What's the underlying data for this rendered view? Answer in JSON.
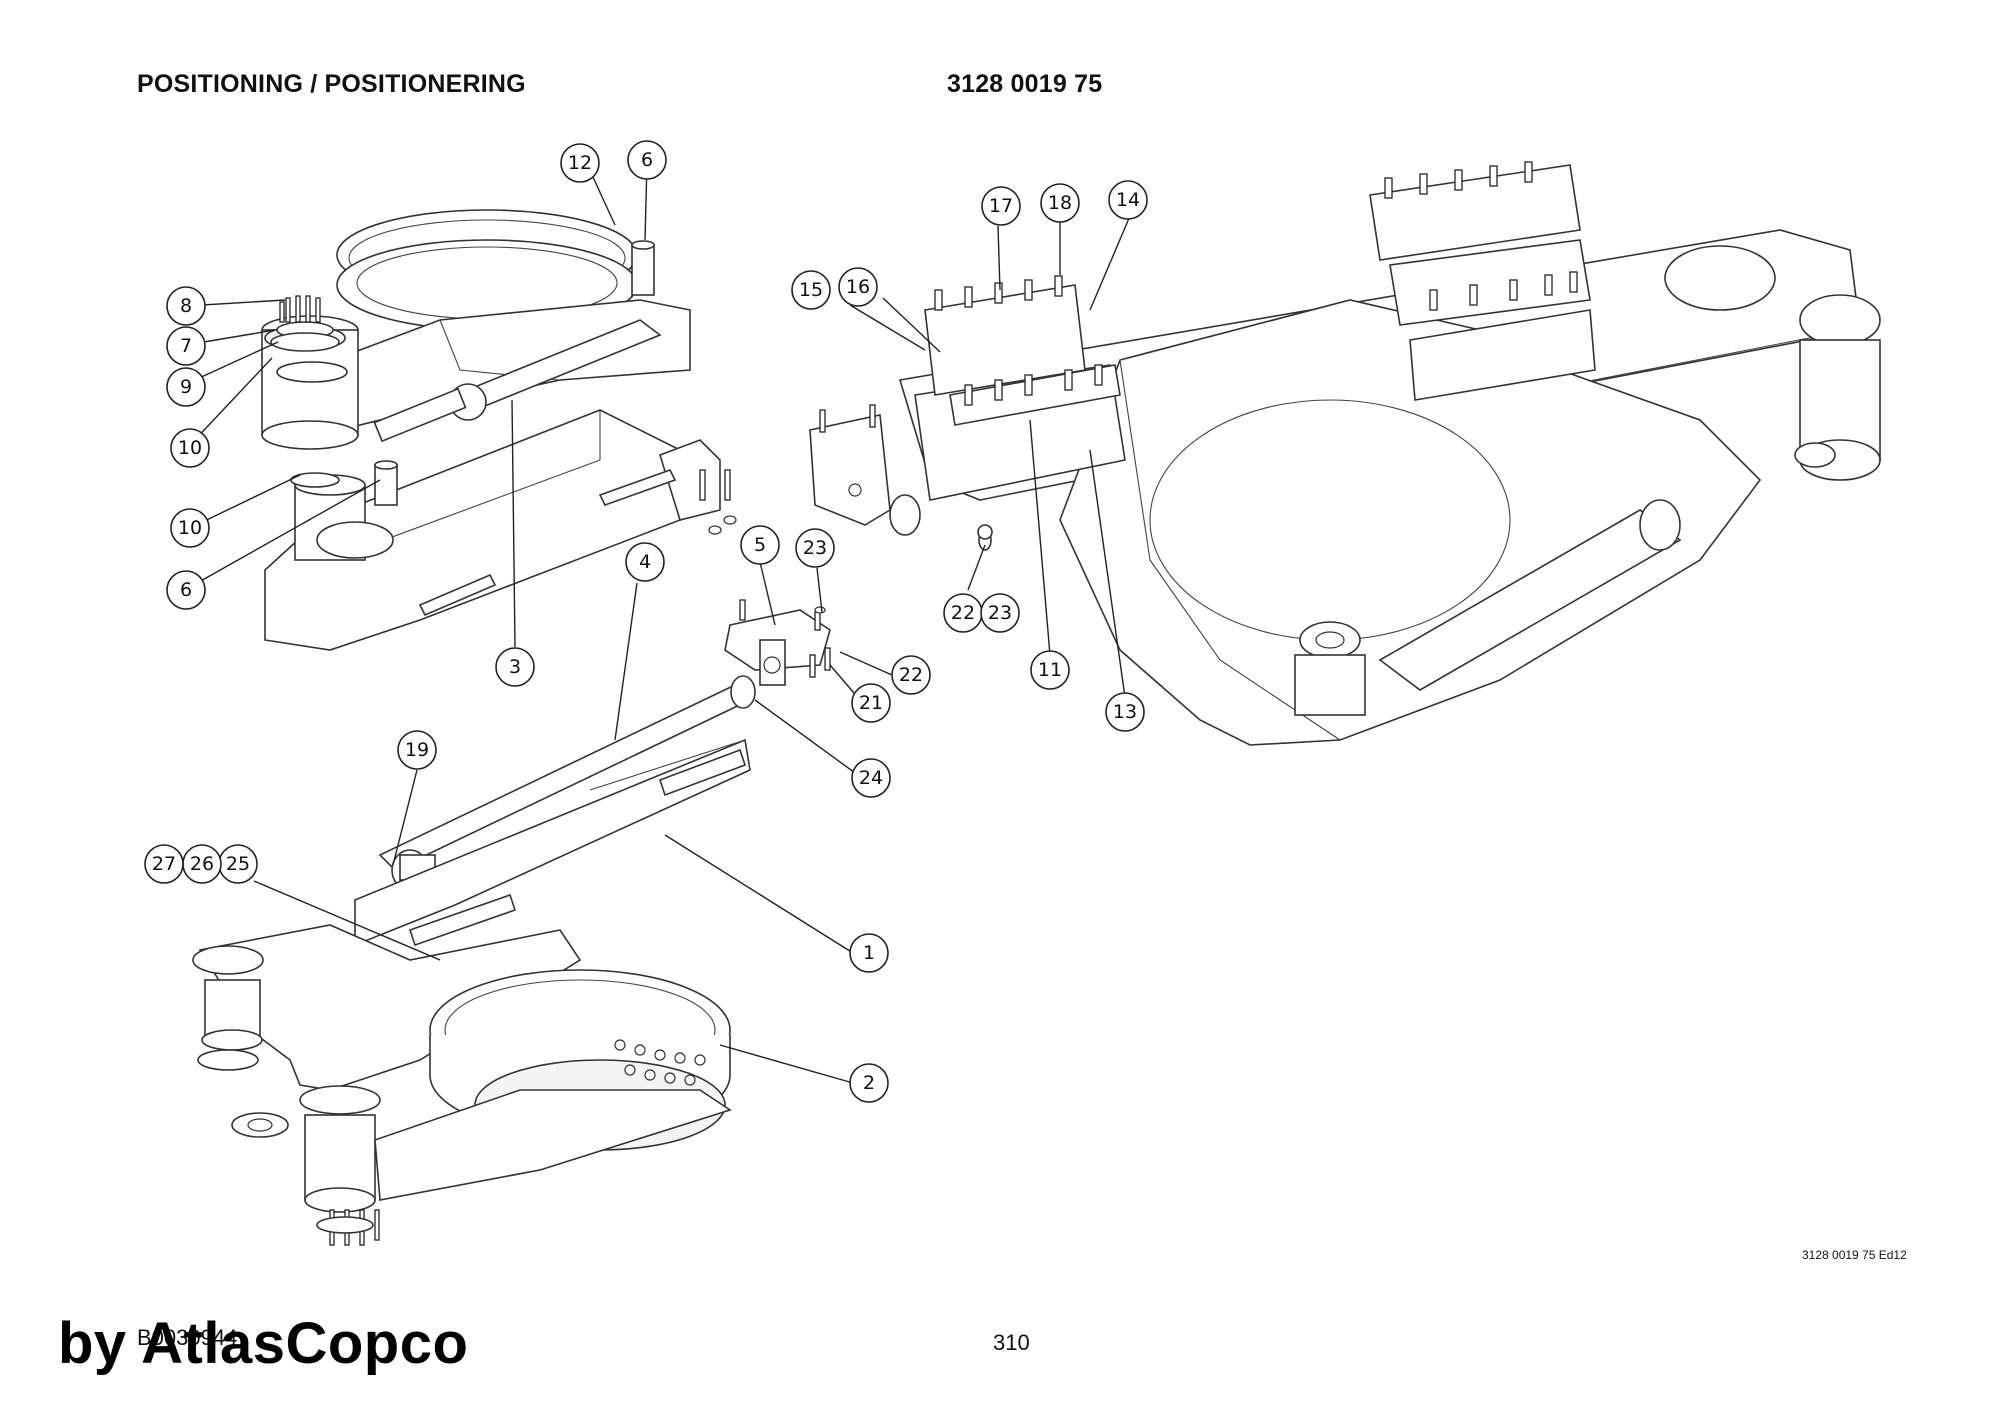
{
  "header": {
    "title": "POSITIONING / POSITIONERING",
    "part_number": "3128 0019 75"
  },
  "callouts": {
    "c1": "1",
    "c2": "2",
    "c3": "3",
    "c4": "4",
    "c5": "5",
    "c6a": "6",
    "c6b": "6",
    "c7": "7",
    "c8": "8",
    "c9": "9",
    "c10a": "10",
    "c10b": "10",
    "c11": "11",
    "c12": "12",
    "c13": "13",
    "c14": "14",
    "c15": "15",
    "c16": "16",
    "c17": "17",
    "c18": "18",
    "c19": "19",
    "c21": "21",
    "c22a": "22",
    "c22b": "22",
    "c23a": "23",
    "c23b": "23",
    "c24": "24",
    "c25": "25",
    "c26": "26",
    "c27": "27"
  },
  "footer": {
    "edition": "3128 0019 75 Ed12",
    "doc_id": "B0030944",
    "page_number": "310",
    "watermark": "by AtlasCopco"
  }
}
